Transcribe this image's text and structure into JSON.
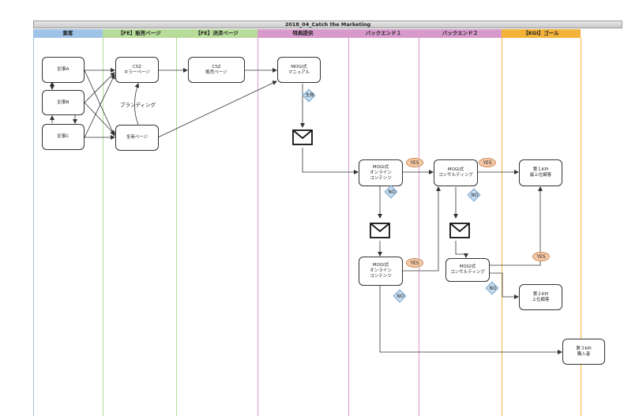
{
  "diagram": {
    "title": "2018_04_Catch the Marketing",
    "lanes": [
      {
        "label": "集客",
        "color": "#9fc2e7"
      },
      {
        "label": "【FE】販売ページ",
        "color": "#b8dc9a"
      },
      {
        "label": "【FE】決済ページ",
        "color": "#b8dc9a"
      },
      {
        "label": "特典提供",
        "color": "#d79acb"
      },
      {
        "label": "バックエンド１",
        "color": "#d79acb"
      },
      {
        "label": "バックエンド２",
        "color": "#d79acb"
      },
      {
        "label": "【KGI】ゴール",
        "color": "#f3b23a"
      }
    ],
    "nodes": {
      "article_a": "記事A",
      "article_b": "記事B",
      "article_c": "記事C",
      "csz_killer_1": "CSZ",
      "csz_killer_2": "キラーページ",
      "all_pages": "全商ページ",
      "csz_sales_1": "CSZ",
      "csz_sales_2": "販売ページ",
      "manual_1": "MOGI式",
      "manual_2": "マニュアル",
      "online1_1": "MOGI式",
      "online1_2": "オンライン",
      "online1_3": "コンテンツ",
      "consult1_1": "MOGI式",
      "consult1_2": "コンサルティング",
      "kpi1_1": "第１KPI",
      "kpi1_2": "最上位顧客",
      "online2_1": "MOGI式",
      "online2_2": "オンライン",
      "online2_3": "コンテンツ",
      "consult2_1": "MOGI式",
      "consult2_2": "コンサルティング",
      "kpi2_1": "第２KPI",
      "kpi2_2": "上位顧客",
      "kpi3_1": "第３KPI",
      "kpi3_2": "購入者"
    },
    "labels": {
      "branding": "ブランディング",
      "all_members": "全員",
      "yes": "YES",
      "no": "NO"
    },
    "colors": {
      "yes_fill": "#f7c9a6",
      "no_fill": "#c5dcf0",
      "edge": "#333333"
    }
  }
}
